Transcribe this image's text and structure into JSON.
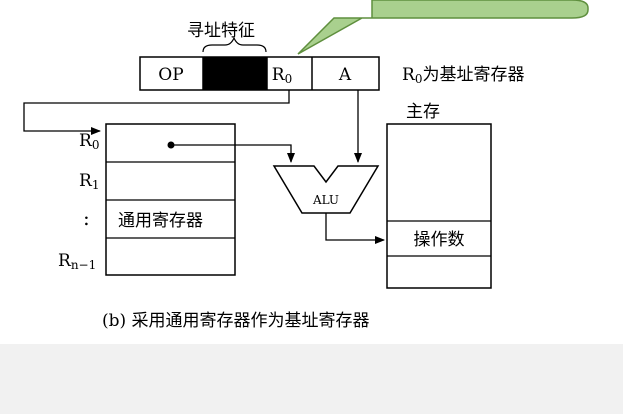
{
  "callout": {
    "fill": "#a9d08e",
    "stroke": "#5f8f3e"
  },
  "addressing_label": "寻址特征",
  "instruction": {
    "fields": [
      "OP",
      "",
      "R0",
      "A"
    ],
    "field_names": [
      "op",
      "addressing-bits",
      "register",
      "address"
    ]
  },
  "base_register_note_prefix": "R",
  "base_register_note_sub": "0",
  "base_register_note_suffix": "为基址寄存器",
  "main_memory_label": "主存",
  "registers": {
    "labels": [
      {
        "main": "R",
        "sub": "0"
      },
      {
        "main": "R",
        "sub": "1"
      },
      {
        "main": ":",
        "sub": ""
      },
      {
        "main": "R",
        "sub": "n−1"
      }
    ],
    "gp_label": "通用寄存器"
  },
  "alu_label": "ALU",
  "operand_label": "操作数",
  "caption": "(b) 采用通用寄存器作为基址寄存器"
}
